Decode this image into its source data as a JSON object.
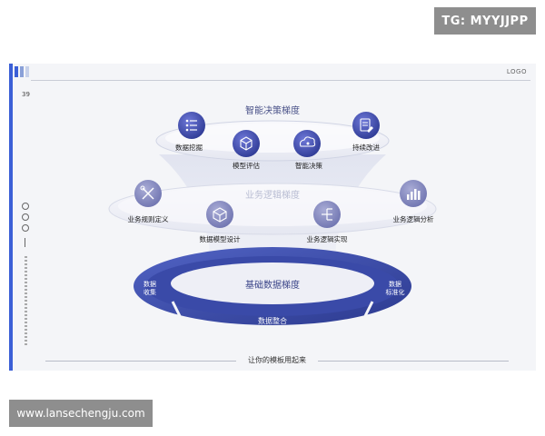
{
  "watermark_top": "TG: MYYJJPP",
  "watermark_bottom": "www.lansechengju.com",
  "slide": {
    "page_number": "39",
    "logo": "LOGO",
    "footer": "让你的模板用起来",
    "brand_colors": [
      "#3b5fd6",
      "#8aa0d8",
      "#c7d1ea"
    ]
  },
  "diagram": {
    "top_tier": {
      "title": "智能决策梯度",
      "items": [
        {
          "label": "数据挖掘",
          "icon": "list-filter-icon"
        },
        {
          "label": "模型评估",
          "icon": "cube-icon"
        },
        {
          "label": "智能决策",
          "icon": "cloud-settings-icon"
        },
        {
          "label": "持续改进",
          "icon": "document-edit-icon"
        }
      ]
    },
    "middle_tier": {
      "title": "业务逻辑梯度",
      "items": [
        {
          "label": "业务规则定义",
          "icon": "tools-icon"
        },
        {
          "label": "数据模型设计",
          "icon": "box-icon"
        },
        {
          "label": "业务逻辑实现",
          "icon": "flow-branch-icon"
        },
        {
          "label": "业务逻辑分析",
          "icon": "bar-chart-icon"
        }
      ]
    },
    "bottom_tier": {
      "title": "基础数据梯度",
      "left_label": "数据收集",
      "right_label": "数据标准化",
      "bottom_label": "数据整合"
    }
  }
}
